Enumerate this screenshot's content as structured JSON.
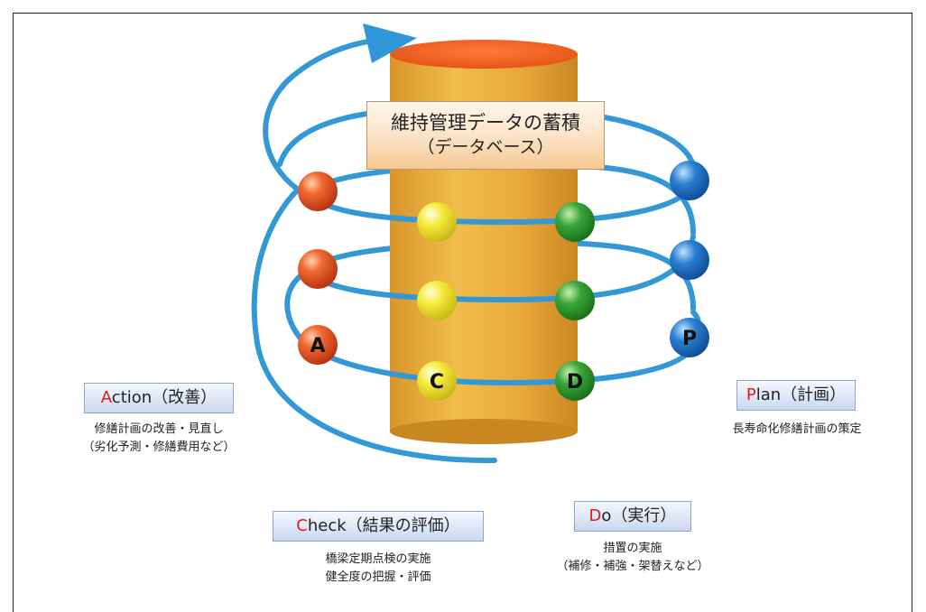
{
  "center": {
    "title": "維持管理データの蓄積",
    "subtitle": "（データベース）"
  },
  "phases": {
    "action": {
      "initial": "A",
      "rest": "ction（改善）",
      "lines": [
        "修繕計画の改善・見直し",
        "（劣化予測・修繕費用など）"
      ]
    },
    "check": {
      "initial": "C",
      "rest": "heck（結果の評価）",
      "lines": [
        "橋梁定期点検の実施",
        "健全度の把握・評価"
      ]
    },
    "do": {
      "initial": "D",
      "rest": "o（実行）",
      "lines": [
        "措置の実施",
        "（補修・補強・架替えなど）"
      ]
    },
    "plan": {
      "initial": "P",
      "rest": "lan（計画）",
      "lines": [
        "長寿命化修繕計画の策定"
      ]
    }
  },
  "balls": {
    "a": "A",
    "c": "C",
    "d": "D",
    "p": "P"
  },
  "colors": {
    "cylinder": "#e4a934",
    "spiral": "#3399d6",
    "action_ball": "#e84a1e",
    "check_ball": "#f2e42a",
    "do_ball": "#2e9a2e",
    "plan_ball": "#1f6ec1",
    "initial_letter": "#e01b1b"
  }
}
